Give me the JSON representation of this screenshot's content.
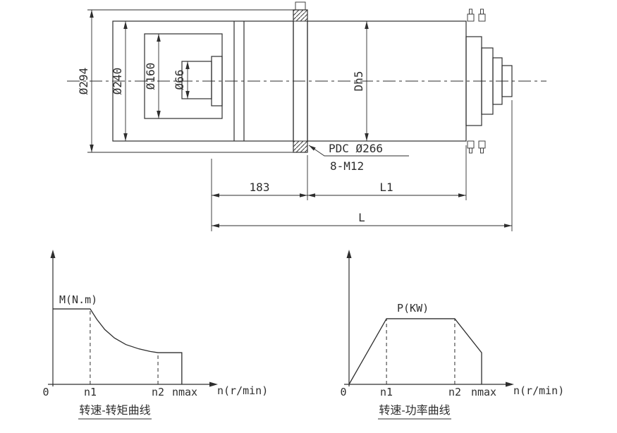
{
  "page": {
    "background": "#ffffff",
    "line_color": "#2e2e2e"
  },
  "drawing": {
    "dims": {
      "d294": "Ø294",
      "d240": "Ø240",
      "d160": "Ø160",
      "d66": "Ø66",
      "dh5": "Dh5",
      "len183": "183",
      "lenL1": "L1",
      "lenL": "L"
    },
    "notes": {
      "pdc": "PDC Ø266",
      "bolts": "8-M12"
    }
  },
  "chart_data": [
    {
      "type": "line",
      "name": "speed-torque-curve",
      "title": "转速-转矩曲线",
      "curve_label": "M(N.m)",
      "xlabel": "n(r/min)",
      "x_ticks": [
        "0",
        "n1",
        "n2",
        "nmax"
      ],
      "x_tick_pos": [
        0,
        0.23,
        0.648,
        0.795
      ],
      "curve_points": [
        [
          0,
          0.578
        ],
        [
          0.23,
          0.578
        ],
        [
          0.27,
          0.5
        ],
        [
          0.32,
          0.42
        ],
        [
          0.38,
          0.355
        ],
        [
          0.45,
          0.305
        ],
        [
          0.53,
          0.272
        ],
        [
          0.6,
          0.252
        ],
        [
          0.648,
          0.243
        ],
        [
          0.795,
          0.243
        ],
        [
          0.795,
          0
        ]
      ],
      "guides": [
        {
          "x": 0.23,
          "h": 0.578
        },
        {
          "x": 0.648,
          "h": 0.243
        }
      ],
      "shape_note": "constant torque to n1, hyperbolic decay to n2, flat to nmax"
    },
    {
      "type": "line",
      "name": "speed-power-curve",
      "title": "转速-功率曲线",
      "curve_label": "P(KW)",
      "xlabel": "n(r/min)",
      "x_ticks": [
        "0",
        "n1",
        "n2",
        "nmax"
      ],
      "x_tick_pos": [
        0,
        0.226,
        0.638,
        0.8
      ],
      "curve_points": [
        [
          0,
          0
        ],
        [
          0.226,
          0.503
        ],
        [
          0.638,
          0.503
        ],
        [
          0.8,
          0.243
        ],
        [
          0.8,
          0
        ]
      ],
      "guides": [
        {
          "x": 0.226,
          "h": 0.503
        },
        {
          "x": 0.638,
          "h": 0.503
        }
      ],
      "shape_note": "linear rise to n1, constant power to n2, decline to nmax"
    }
  ]
}
